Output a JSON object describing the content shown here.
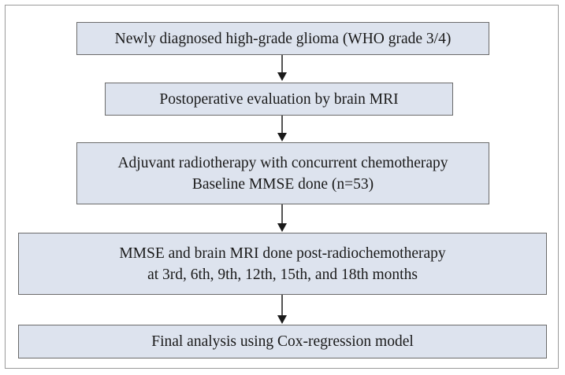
{
  "flowchart": {
    "steps": [
      {
        "lines": [
          "Newly diagnosed high-grade glioma (WHO grade 3/4)"
        ]
      },
      {
        "lines": [
          "Postoperative evaluation by brain MRI"
        ]
      },
      {
        "lines": [
          "Adjuvant radiotherapy with concurrent chemotherapy",
          "Baseline MMSE done (n=53)"
        ]
      },
      {
        "lines": [
          "MMSE and brain MRI done post-radiochemotherapy",
          "at 3rd, 6th, 9th, 12th, 15th, and 18th months"
        ]
      },
      {
        "lines": [
          "Final analysis using Cox-regression model"
        ]
      }
    ]
  },
  "colors": {
    "box_fill": "#dde3ee",
    "box_border": "#6b6b6b",
    "arrow": "#1a1a1a",
    "frame_border": "#9a9a9a"
  }
}
